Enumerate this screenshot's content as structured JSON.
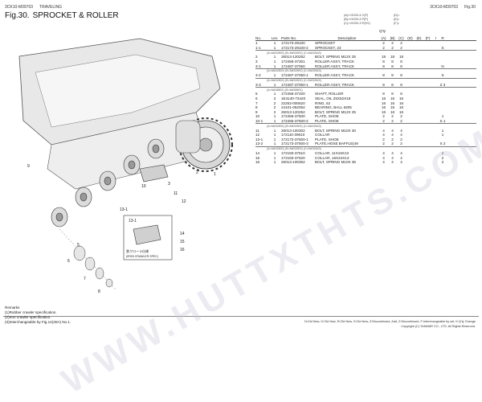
{
  "header": {
    "model": "3CK10-M39703",
    "section": "TRAVELING",
    "fig": "Fig.30.",
    "title": "SPROCKET & ROLLER",
    "right_model": "3CK10-M39703",
    "right_fig": "Fig.30"
  },
  "variants": {
    "a": "(A)=VIO20-3 C(P)",
    "b": "(B)=VIO20-3 P(P)",
    "c": "(C)=VIO20-3 P(EX)",
    "d": "(D)=",
    "e": "(E)=",
    "f": "(F)="
  },
  "table": {
    "headers": {
      "no": "No.",
      "lev": "Lev.",
      "pn": "Parts No.",
      "desc": "Description",
      "qty": "Q'ty",
      "a": "(A)",
      "b": "(B)",
      "c": "(C)",
      "d": "(D)",
      "e": "(E)",
      "f": "(F)",
      "i": "I",
      "r": "R"
    },
    "rows": [
      {
        "no": "1",
        "lev": "1",
        "pn": "172173-29100",
        "desc": "SPROCKET",
        "a": "2",
        "b": "2",
        "c": "2",
        "i": "",
        "r": "",
        "grp": false
      },
      {
        "no": "1-1",
        "lev": "1",
        "pn": "172173-29100-2",
        "desc": "SPROCKET, 23",
        "a": "2",
        "b": "2",
        "c": "2",
        "i": "",
        "r": "S",
        "grp": true
      },
      {
        "sub": "(A=M#32800)          (B=M#32800)          (C=M#32643)"
      },
      {
        "no": "2",
        "lev": "1",
        "pn": "26013-120252",
        "desc": "BOLT, SPRING M12X 25",
        "a": "18",
        "b": "18",
        "c": "18",
        "i": "",
        "r": "",
        "grp": false
      },
      {
        "no": "3",
        "lev": "1",
        "pn": "172456-37301",
        "desc": "ROLLER ASSY, TRACK",
        "a": "8",
        "b": "8",
        "c": "8",
        "i": "",
        "r": "",
        "grp": false
      },
      {
        "no": "3-1",
        "lev": "1",
        "pn": "172487-37050",
        "desc": "ROLLER ASSY, TRACK",
        "a": "8",
        "b": "8",
        "c": "8",
        "i": "",
        "r": "N",
        "grp": true
      },
      {
        "sub": "(A=M#32800)          (B=M#32800)          (C=M#32643)"
      },
      {
        "no": "3-2",
        "lev": "1",
        "pn": "172487-37050-1",
        "desc": "ROLLER ASSY, TRACK",
        "a": "8",
        "b": "8",
        "c": "8",
        "i": "",
        "r": "S",
        "grp": true
      },
      {
        "sub": "(A=M#32800)          (B=M#32800)          (C=M#32643)"
      },
      {
        "no": "3-3",
        "lev": "1",
        "pn": "172487-37050-1",
        "desc": "ROLLER ASSY, TRACK",
        "a": "8",
        "b": "8",
        "c": "8",
        "i": "",
        "r": "Z 3",
        "grp": true
      },
      {
        "sub": "(A=M#38801)          (B=M#38801)"
      },
      {
        "no": "5",
        "lev": "1",
        "pn": "172456-37320",
        "desc": "SHAFT, ROLLER",
        "a": "8",
        "b": "8",
        "c": "8",
        "i": "",
        "r": "",
        "grp": false
      },
      {
        "no": "6",
        "lev": "2",
        "pn": "1E4140-73420",
        "desc": "SEAL, OIL 25X52X18",
        "a": "16",
        "b": "16",
        "c": "16",
        "i": "",
        "r": "",
        "grp": false
      },
      {
        "no": "7",
        "lev": "2",
        "pn": "22252-000620",
        "desc": "RING, 52",
        "a": "16",
        "b": "16",
        "c": "16",
        "i": "",
        "r": "",
        "grp": false
      },
      {
        "no": "8",
        "lev": "2",
        "pn": "24101-062054",
        "desc": "BEARING, BALL 6205",
        "a": "16",
        "b": "16",
        "c": "16",
        "i": "",
        "r": "",
        "grp": false
      },
      {
        "no": "9",
        "lev": "2",
        "pn": "26013-120252",
        "desc": "BOLT, SPRING M12X 25",
        "a": "16",
        "b": "16",
        "c": "16",
        "i": "",
        "r": "",
        "grp": false
      },
      {
        "no": "10",
        "lev": "1",
        "pn": "172456-37500",
        "desc": "PLATE, SHOE",
        "a": "2",
        "b": "2",
        "c": "2",
        "i": "",
        "r": "1",
        "grp": false
      },
      {
        "no": "10-1",
        "lev": "1",
        "pn": "172456-37500-2",
        "desc": "PLATE, SHOE",
        "a": "2",
        "b": "2",
        "c": "2",
        "i": "",
        "r": "S 1",
        "grp": true
      },
      {
        "sub": "(A=M#32800)          (B=M#32800)          (C=M#32643)"
      },
      {
        "no": "11",
        "lev": "1",
        "pn": "26013-100302",
        "desc": "BOLT, SPRING M10X 30",
        "a": "4",
        "b": "4",
        "c": "4",
        "i": "",
        "r": "1",
        "grp": false
      },
      {
        "no": "12",
        "lev": "1",
        "pn": "172110-39010",
        "desc": "COLLAR",
        "a": "4",
        "b": "4",
        "c": "4",
        "i": "",
        "r": "1",
        "grp": false
      },
      {
        "no": "13-1",
        "lev": "1",
        "pn": "172173-37500-1",
        "desc": "PLATE, SHOE",
        "a": "2",
        "b": "2",
        "c": "2",
        "i": "",
        "r": "",
        "grp": false
      },
      {
        "no": "13-2",
        "lev": "1",
        "pn": "172173-37500-3",
        "desc": "PLATE,HOSE BAFFLE(49",
        "a": "2",
        "b": "2",
        "c": "2",
        "i": "",
        "r": "S 2",
        "grp": true
      },
      {
        "sub": "(A=M#32800)          (B=M#32800)          (C=M#32643)"
      },
      {
        "no": "14",
        "lev": "1",
        "pn": "172183-37510",
        "desc": "COLLAR, 11X16X13",
        "a": "4",
        "b": "4",
        "c": "4",
        "i": "",
        "r": "2",
        "grp": false
      },
      {
        "no": "15",
        "lev": "1",
        "pn": "172183-37520",
        "desc": "COLLAR, 16X24X13",
        "a": "4",
        "b": "4",
        "c": "4",
        "i": "",
        "r": "2",
        "grp": false
      },
      {
        "no": "16",
        "lev": "1",
        "pn": "26013-100352",
        "desc": "BOLT, SPRING M10X 35",
        "a": "4",
        "b": "4",
        "c": "4",
        "i": "",
        "r": "2",
        "grp": false
      }
    ]
  },
  "diagram": {
    "callouts": [
      "1",
      "2",
      "3",
      "5",
      "6",
      "7",
      "8",
      "9",
      "10",
      "11",
      "12",
      "13-1",
      "14",
      "15",
      "16"
    ],
    "plate_label": "13-1",
    "plate_text_jp": "鉄クローラ仕様",
    "plate_text_en": "(IRON CRAWLER SPEC)"
  },
  "remarks": {
    "title": "Remarks",
    "r1": "(1)Rubber crawler specification.",
    "r2": "(2)Iron crawler specification.",
    "r3": "(3)Interchangeable by Fig.14(30A) No.1."
  },
  "footer": {
    "legend": "N:Old  New, O:Old  New, R:Old  New, S:Old  New, Z:Discontinued, Add, Z:Discontinued, F:Interchangeable by set, K:Q'ty Change",
    "copyright": "Copyright (C)  YANMAR CO., LTD. All Rights Reserved."
  },
  "watermark": "WWW.HUTTXTHTS.COM"
}
